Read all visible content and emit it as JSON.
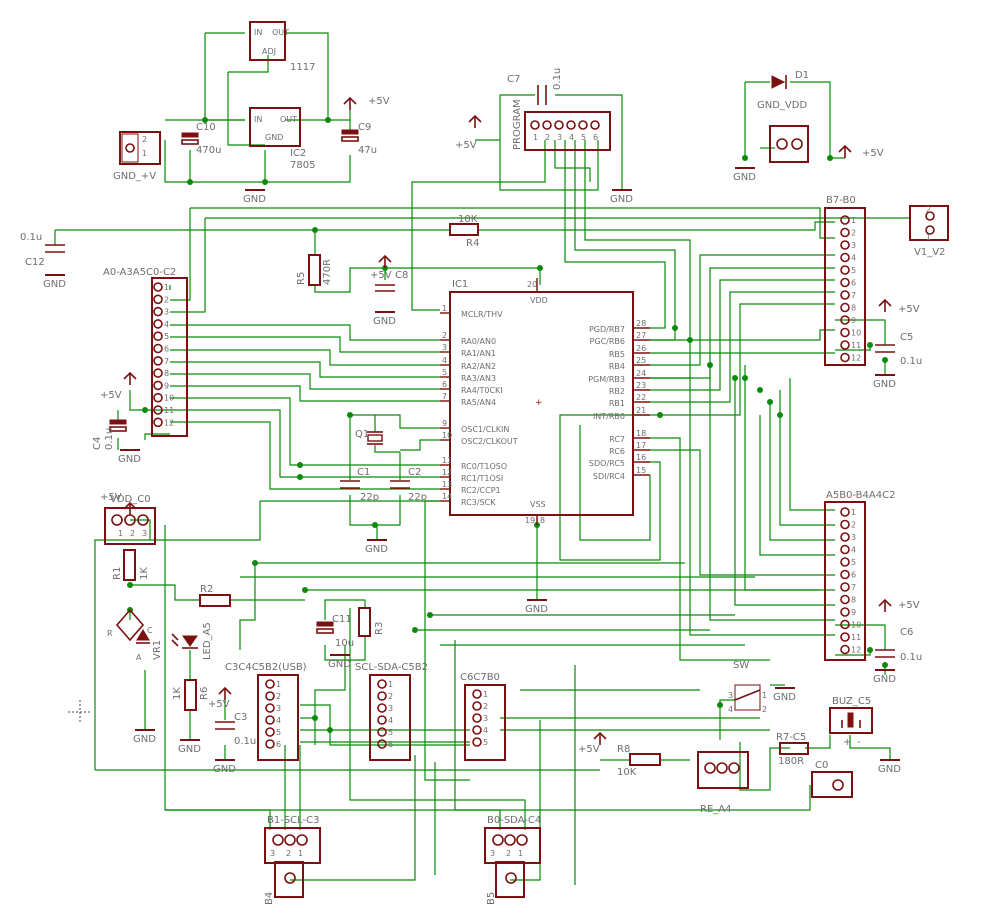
{
  "ic1": {
    "ref": "IC1",
    "vdd": "VDD",
    "vss": "VSS",
    "left_pins": [
      {
        "num": "1",
        "name": "MCLR/THV"
      },
      {
        "num": "2",
        "name": "RA0/AN0"
      },
      {
        "num": "3",
        "name": "RA1/AN1"
      },
      {
        "num": "4",
        "name": "RA2/AN2"
      },
      {
        "num": "5",
        "name": "RA3/AN3"
      },
      {
        "num": "6",
        "name": "RA4/T0CKI"
      },
      {
        "num": "7",
        "name": "RA5/AN4"
      },
      {
        "num": "9",
        "name": "OSC1/CLKIN"
      },
      {
        "num": "10",
        "name": "OSC2/CLKOUT"
      },
      {
        "num": "11",
        "name": "RC0/T1OSO"
      },
      {
        "num": "12",
        "name": "RC1/T1OSI"
      },
      {
        "num": "13",
        "name": "RC2/CCP1"
      },
      {
        "num": "14",
        "name": "RC3/SCK"
      }
    ],
    "right_pins": [
      {
        "num": "28",
        "name": "PGD/RB7"
      },
      {
        "num": "27",
        "name": "PGC/RB6"
      },
      {
        "num": "26",
        "name": "RB5"
      },
      {
        "num": "25",
        "name": "RB4"
      },
      {
        "num": "24",
        "name": "PGM/RB3"
      },
      {
        "num": "23",
        "name": "RB2"
      },
      {
        "num": "22",
        "name": "RB1"
      },
      {
        "num": "21",
        "name": "INT/RB0"
      },
      {
        "num": "18",
        "name": "RC7"
      },
      {
        "num": "17",
        "name": "RC6"
      },
      {
        "num": "16",
        "name": "SDO/RC5"
      },
      {
        "num": "15",
        "name": "SDI/RC4"
      }
    ],
    "top_pin": "20",
    "bottom_pins": [
      "19",
      "8"
    ]
  },
  "regulators": {
    "ic_1117": {
      "value": "1117",
      "in": "IN",
      "out": "OUT",
      "adj": "ADJ"
    },
    "ic2": {
      "ref": "IC2",
      "value": "7805",
      "in": "IN",
      "out": "OUT",
      "gnd": "GND"
    }
  },
  "capacitors": {
    "c10": {
      "ref": "C10",
      "value": "470u"
    },
    "c9": {
      "ref": "C9",
      "value": "47u"
    },
    "c7": {
      "ref": "C7",
      "value": "0.1u"
    },
    "c12": {
      "ref": "C12",
      "value": "0.1u"
    },
    "c8": {
      "ref": "C8"
    },
    "c5": {
      "ref": "C5",
      "value": "0.1u"
    },
    "c6": {
      "ref": "C6",
      "value": "0.1u"
    },
    "c4": {
      "ref": "C4",
      "value": "0.1u"
    },
    "c1": {
      "ref": "C1",
      "value": "22p"
    },
    "c2": {
      "ref": "C2",
      "value": "22p"
    },
    "c11": {
      "ref": "C11",
      "value": "10u"
    },
    "c3": {
      "ref": "C3",
      "value": "0.1u"
    }
  },
  "resistors": {
    "r4": {
      "ref": "R4",
      "value": "10K"
    },
    "r5": {
      "ref": "R5",
      "value": "470R"
    },
    "r1": {
      "ref": "R1",
      "value": "1K"
    },
    "r2": {
      "ref": "R2"
    },
    "r3": {
      "ref": "R3"
    },
    "r6": {
      "ref": "R6",
      "value": "1K"
    },
    "r8": {
      "ref": "R8",
      "value": "10K"
    },
    "r7": {
      "ref": "R7-C5",
      "value": "180R"
    }
  },
  "connectors": {
    "gnd_v": "GND_+V",
    "program": "PROGRAM",
    "gnd_vdd": "GND_VDD",
    "b7_b0": "B7-B0",
    "v1_v2": "V1_V2",
    "a0_c2": "A0-A3A5C0-C2",
    "a5b0_c2": "A5B0-B4A4C2",
    "vdd_c0": "VDD_C0",
    "c3c4": "C3C4C5B2(USB)",
    "scl_sda": "SCL-SDA-C5B2",
    "c6c7": "C6C7B0",
    "b1_scl": "B1-SCL-C3",
    "b0_sda": "B0-SDA-C4",
    "re_a4": "RE_A4",
    "buz": "BUZ_C5",
    "c0": "C0",
    "b4": "B4",
    "b5": "B5"
  },
  "misc": {
    "d1": "D1",
    "q1": "Q1",
    "vr1": "VR1",
    "led": "LED_A5",
    "sw": "SW",
    "supply": "+5V",
    "gnd": "GND",
    "buz_plus": "+",
    "buz_minus": "-"
  }
}
